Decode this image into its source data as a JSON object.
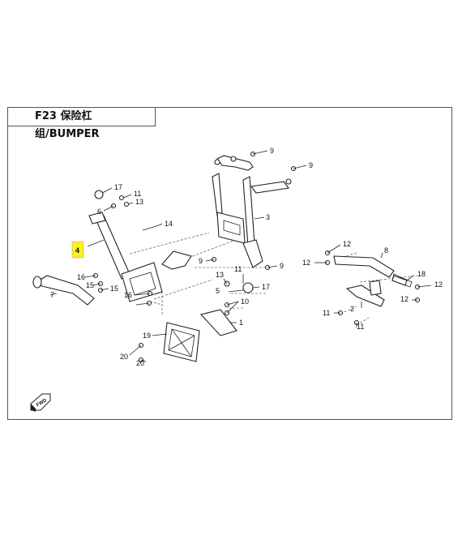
{
  "title": "F23 保险杠组/BUMPER",
  "highlight_color": "#ffef1a",
  "highlighted_callout": "4",
  "fwd_label": "FWD",
  "callouts": {
    "c9a": "9",
    "c9b": "9",
    "c17a": "17",
    "c11a": "11",
    "c13a": "13",
    "c6": "6",
    "c3": "3",
    "c14": "14",
    "c4": "4",
    "c12a": "12",
    "c12b": "12",
    "c8": "8",
    "c9c": "9",
    "c9d": "9",
    "c16a": "16",
    "c15a": "15",
    "c15b": "15",
    "c7": "7",
    "c16b": "16",
    "c13b": "13",
    "c11b": "11",
    "c5": "5",
    "c17b": "17",
    "c18": "18",
    "c12c": "12",
    "c12d": "12",
    "c11c": "11",
    "c2": "2",
    "c11d": "11",
    "c10": "10",
    "c1": "1",
    "c19": "19",
    "c20a": "20",
    "c20b": "20"
  }
}
